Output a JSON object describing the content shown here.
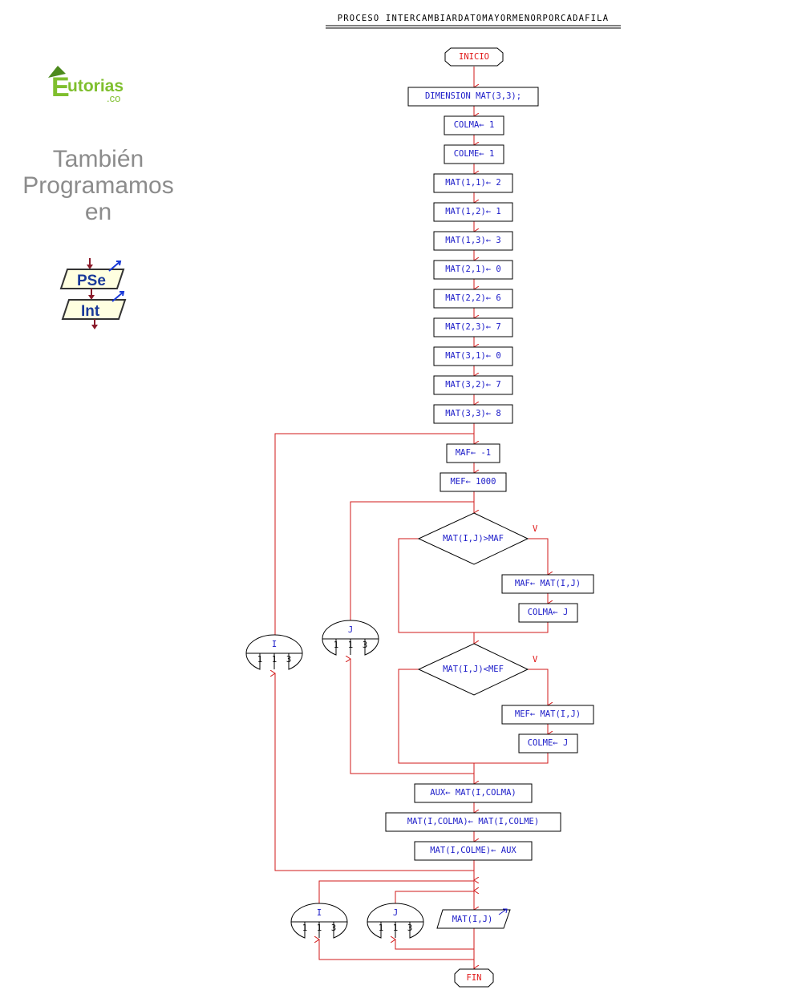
{
  "header": {
    "title": "PROCESO  INTERCAMBIARDATOMAYORMENORPORCADAFILA"
  },
  "brand": {
    "name_prefix": "E",
    "name_suffix": "utorias",
    "domain": ".co",
    "colors": {
      "green": "#7fbf2e",
      "dark": "#4c8a1c"
    }
  },
  "tagline": {
    "line1": "También",
    "line2": "Programamos",
    "line3": "en"
  },
  "pseint_logo": {
    "top": "PSe",
    "bottom": "Int"
  },
  "flowchart": {
    "start": "INICIO",
    "end": "FIN",
    "steps": [
      "DIMENSION  MAT(3,3);",
      "COLMA← 1",
      "COLME← 1",
      "MAT(1,1)← 2",
      "MAT(1,2)← 1",
      "MAT(1,3)← 3",
      "MAT(2,1)← 0",
      "MAT(2,2)← 6",
      "MAT(2,3)← 7",
      "MAT(3,1)← 0",
      "MAT(3,2)← 7",
      "MAT(3,3)← 8"
    ],
    "outer_init": [
      "MAF← -1",
      "MEF← 1000"
    ],
    "decision1": "MAT(I,J)>MAF",
    "decision1_true": [
      "MAF← MAT(I,J)",
      "COLMA← J"
    ],
    "decision2": "MAT(I,J)<MEF",
    "decision2_true": [
      "MEF← MAT(I,J)",
      "COLME← J"
    ],
    "true_label": "V",
    "swap": [
      "AUX← MAT(I,COLMA)",
      "MAT(I,COLMA)← MAT(I,COLME)",
      "MAT(I,COLME)← AUX"
    ],
    "output": "MAT(I,J)",
    "loops": [
      {
        "var": "I",
        "start": "1",
        "step": "1",
        "end": "3"
      },
      {
        "var": "J",
        "start": "1",
        "step": "1",
        "end": "3"
      },
      {
        "var": "I",
        "start": "1",
        "step": "1",
        "end": "3"
      },
      {
        "var": "J",
        "start": "1",
        "step": "1",
        "end": "3"
      }
    ],
    "colors": {
      "line": "#d21a1a",
      "text": "#1a1ac8",
      "terminal_text": "#e01818"
    }
  }
}
